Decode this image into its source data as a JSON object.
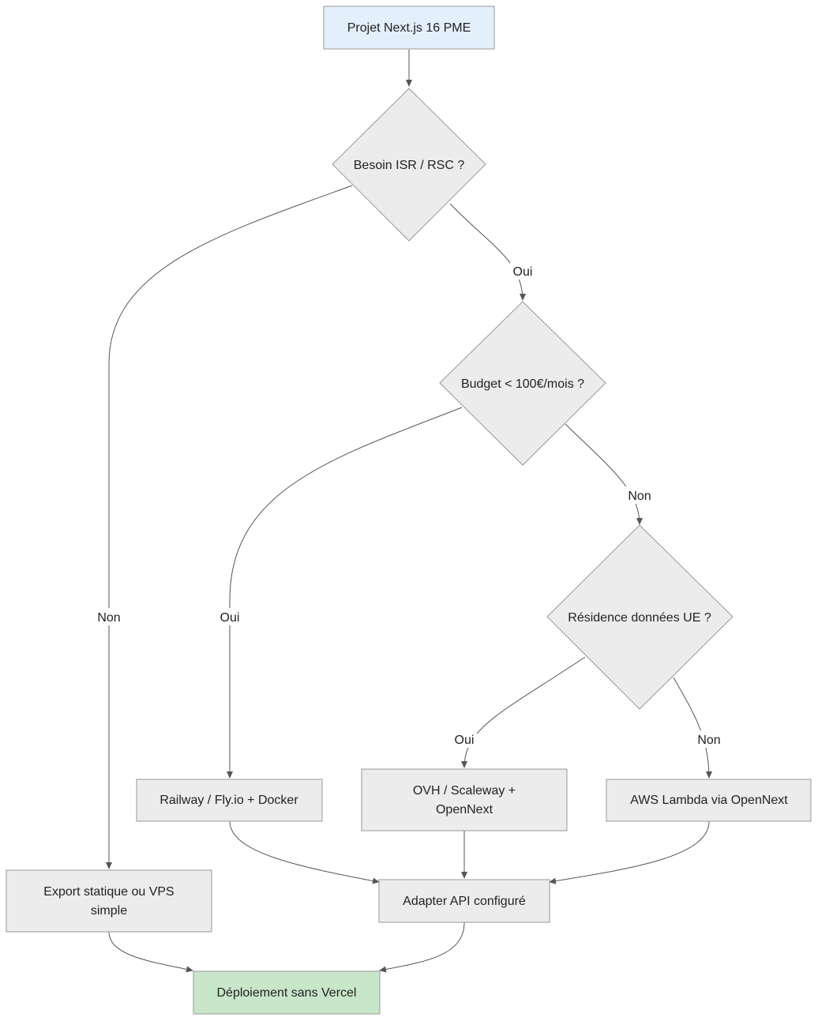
{
  "colors": {
    "start_fill": "#e3f0fc",
    "start_stroke": "#8aa8c8",
    "node_fill": "#ececec",
    "node_stroke": "#9a9a9a",
    "end_fill": "#c8e6c9",
    "end_stroke": "#8ab58c",
    "edge": "#555555"
  },
  "nodes": {
    "start": {
      "label": "Projet Next.js 16 PME"
    },
    "q_isr": {
      "label": "Besoin ISR / RSC ?"
    },
    "q_budget": {
      "label": "Budget < 100€/mois ?"
    },
    "q_residence": {
      "label": "Résidence données UE ?"
    },
    "railway": {
      "label": "Railway / Fly.io + Docker"
    },
    "ovh": {
      "line1": "OVH / Scaleway +",
      "line2": "OpenNext"
    },
    "aws": {
      "label": "AWS Lambda via OpenNext"
    },
    "export": {
      "line1": "Export statique ou VPS",
      "line2": "simple"
    },
    "adapter": {
      "label": "Adapter API configuré"
    },
    "end": {
      "label": "Déploiement sans Vercel"
    }
  },
  "edges": {
    "isr_yes": "Oui",
    "isr_no": "Non",
    "budget_yes": "Oui",
    "budget_no": "Non",
    "residence_yes": "Oui",
    "residence_no": "Non"
  }
}
